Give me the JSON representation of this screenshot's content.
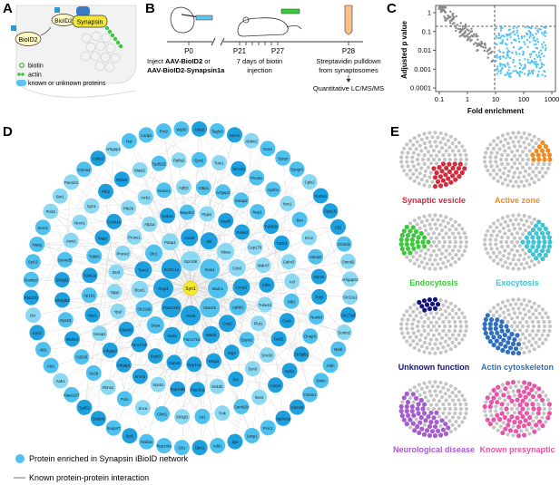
{
  "panels": {
    "A": {
      "letter": "A",
      "bubble_biold2": "BioID2",
      "bubble_biold2_fused": "BioID2",
      "bubble_synapsin": "Synapsin",
      "legend": [
        "biotin",
        "actin",
        "known or unknown proteins"
      ]
    },
    "B": {
      "letter": "B",
      "days": [
        "P0",
        "P21",
        "P27",
        "P28"
      ],
      "inject_line1_prefix": "Inject ",
      "inject_line1_bold": "AAV-BioID2",
      "inject_line1_suffix": " or",
      "inject_line2": "AAV-BioID2-Synapsin1a",
      "biotin_text": [
        "7 days of biotin",
        "injection"
      ],
      "pulldown_text": [
        "Streptavidin pulldown",
        "from synaptosomes"
      ],
      "ms_text": "Quantitative LC/MS/MS"
    },
    "C": {
      "letter": "C",
      "ylabel": "Adjusted p value",
      "xlabel": "Fold enrichment",
      "yticks": [
        "1",
        "0.1",
        "0.01",
        "0.001",
        "0.0001"
      ],
      "xticks": [
        "0.1",
        "1",
        "10",
        "100",
        "1000"
      ]
    },
    "D": {
      "letter": "D",
      "legend_enriched": "Protein enriched in Synapsin iBioID network",
      "legend_interaction": "Known protein-protein interaction",
      "center": "Syn1",
      "nodes": [
        "Bsdc1",
        "Ube2m",
        "Trim9",
        "Fam131b",
        "Rogdi",
        "Zc2hc1a",
        "Gpr158",
        "Kiaa1",
        "Apbb1",
        "Crip2",
        "Madd",
        "Fam171a",
        "Ned2",
        "Sirpa",
        "Slc12a5",
        "Bcar1",
        "Tanc2",
        "Dlc1",
        "Pdap1",
        "Cxadr",
        "Skt",
        "Nbea",
        "Cdv3",
        "Crmp1",
        "Dpysl2",
        "Dlg4",
        "Magi2",
        "Ppp1ca",
        "Gap43",
        "Sept3",
        "Fam171b",
        "Shank1",
        "Ypel",
        "Yppp",
        "Braf",
        "Prune2",
        "Prune1",
        "Atp1a",
        "Gsk3a",
        "Map4k2",
        "Pppxr",
        "Sept5",
        "Palmd",
        "Cep170",
        "Wdr47",
        "Kif5c",
        "Tuba1b",
        "Flot1",
        "Ptn",
        "Gsk3b",
        "Ppp3ca",
        "Ppp1r9b",
        "Vps51",
        "Srrm2",
        "Arfgap1",
        "Arfgap3",
        "Smap1",
        "Nav1",
        "Ap1b1",
        "Tubb2a",
        "Tubb5",
        "Mapt",
        "Csnk1e",
        "Ptk2b",
        "Arrb1",
        "Ncam1",
        "Agfg1",
        "Ctbp1",
        "Arfgap2",
        "Smap2",
        "Nup1",
        "Tubb2b",
        "Tubb3",
        "Calm3",
        "Vcl",
        "Stk1",
        "Cask",
        "Gad2",
        "Snx30",
        "Syn3",
        "Ist1",
        "Sh3gl1",
        "Clint1",
        "Snca",
        "Pclo",
        "Rims1",
        "Sv2b",
        "Cd200",
        "Wdr44",
        "Eps15",
        "Sh3glb2",
        "Sh3gl2",
        "Dennd5",
        "Atxn2",
        "Nrxn1",
        "Syn1",
        "Pfn2",
        "Ppfia3",
        "Mast2",
        "Tpd52l2",
        "Ppfia2",
        "Epn2",
        "Tom1",
        "Tom1l2",
        "Picalm",
        "Ap2b1",
        "Itsn1",
        "Bsn",
        "Erc2",
        "Vamp2",
        "Stx1b",
        "Pdcl",
        "Numbl",
        "Dnajc6",
        "Sh3glb1",
        "Synj1",
        "Amph",
        "Itsn2",
        "Camk2b",
        "Tnik",
        "Rab3a",
        "Syt1",
        "Snap47",
        "Stxbp5",
        "Tpd52",
        "Kiaa1107",
        "Aak1",
        "Abi1",
        "Abl1",
        "Syn2",
        "Bcr",
        "Rab27b",
        "Scamp1",
        "Syt12",
        "Napg",
        "Scrn1",
        "Pick1",
        "Bin1",
        "Pacsin1",
        "Ctnna2",
        "Cyfip2",
        "Arhgap1",
        "Nsf",
        "Cadps",
        "Prrt2",
        "Wipf3",
        "Arfip2",
        "Tagln3",
        "Dnm1",
        "Ablim2",
        "Sv2a",
        "Synpr",
        "Syngr3",
        "Cplx2",
        "Sorbs1",
        "Sipa1l1",
        "Cfl1",
        "Ctnnd1",
        "Ctnnd2",
        "Arhgap32",
        "Slc32a1",
        "Slc17a6",
        "Sorbs2",
        "Nebl",
        "Afdn",
        "Dmtn",
        "Ctnnb1",
        "Ctnnd3",
        "Atp6v1a",
        "Psrc1",
        "Lasp1",
        "Zyx",
        "Add1",
        "Dbn1",
        "Gb1",
        "Ppp1r9a",
        "Rac1",
        "Aplp1",
        "Shroom2",
        "Wdr7",
        "Slc1a2",
        "Capza1",
        "Pak1",
        "Ocrl",
        "Atp6v1b",
        "Baiap2",
        "Eef2",
        "Dbnl",
        "Rph3a",
        "Iqgap1",
        "Dlg2",
        "Pacsin2"
      ]
    },
    "E": {
      "letter": "E",
      "categories": [
        {
          "label": "Synaptic vesicle",
          "color": "#d42a3c"
        },
        {
          "label": "Active zone",
          "color": "#ef8a1e"
        },
        {
          "label": "Endocytosis",
          "color": "#3cc83c"
        },
        {
          "label": "Exocytosis",
          "color": "#3fc4d4"
        },
        {
          "label": "Unknown function",
          "color": "#13137f"
        },
        {
          "label": "Actin cytoskeleton",
          "color": "#2f6fc0"
        },
        {
          "label": "Neurological disease",
          "color": "#a55ccf"
        },
        {
          "label": "Known presynaptic",
          "color": "#e854a6"
        }
      ]
    }
  },
  "colors": {
    "node_light": "#8ad8f2",
    "node_mid": "#4ec1ee",
    "node_dark": "#1ea0de",
    "center": "#f2ea2a",
    "gray_dot": "#c4c4c4",
    "scatter_gray": "#888888",
    "scatter_blue": "#58c3ec"
  }
}
